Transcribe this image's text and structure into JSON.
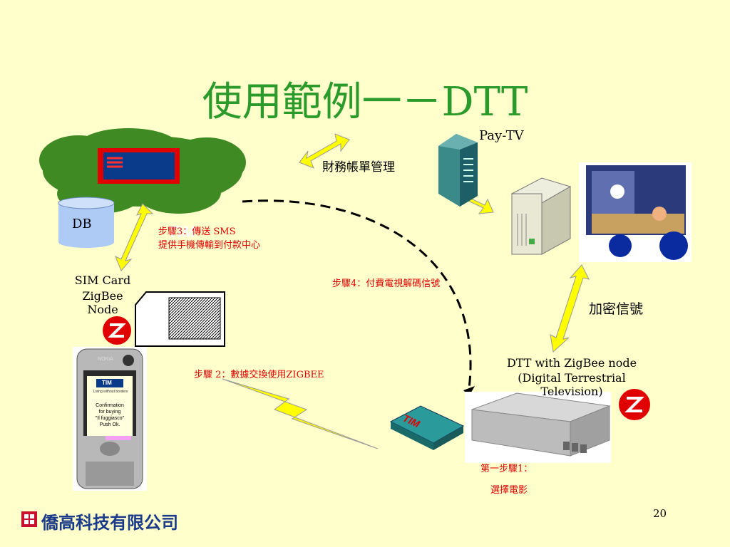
{
  "title": "使用範例一－DTT",
  "labels": {
    "pay_tv": "Pay-TV",
    "billing": "財務帳單管理",
    "db": "DB",
    "step3_line1": "步驟3：傳送 SMS",
    "step3_line2": "提供手機傳輸到付款中心",
    "sim_line1": "SIM Card",
    "sim_line2": "ZigBee Node",
    "step4": "步驟4：付費電視解碼信號",
    "encrypted": "加密信號",
    "dtt_line1": "DTT with ZigBee node",
    "dtt_line2": "(Digital Terrestrial Television)",
    "step2": "步驟 2：數據交換使用ZIGBEE",
    "step1_line1": "第一步驟1：",
    "step1_line2": "選擇電影",
    "page_number": "20",
    "company": "僑高科技有限公司",
    "tim_logo": "TIM",
    "phone_brand": "NOKIA",
    "phone_screen_header": "TIM",
    "phone_screen_tagline": "Living without borders",
    "phone_screen_line1": "Confirmation",
    "phone_screen_line2": "for buying",
    "phone_screen_line3": "\"Il fuggiasco\"",
    "phone_screen_line4": "Push Ok."
  },
  "colors": {
    "title": "#2a9a2a",
    "background": "#ffffcc",
    "cloud": "#3f8a22",
    "red_text": "#e00000",
    "arrow": "#ffff00"
  }
}
